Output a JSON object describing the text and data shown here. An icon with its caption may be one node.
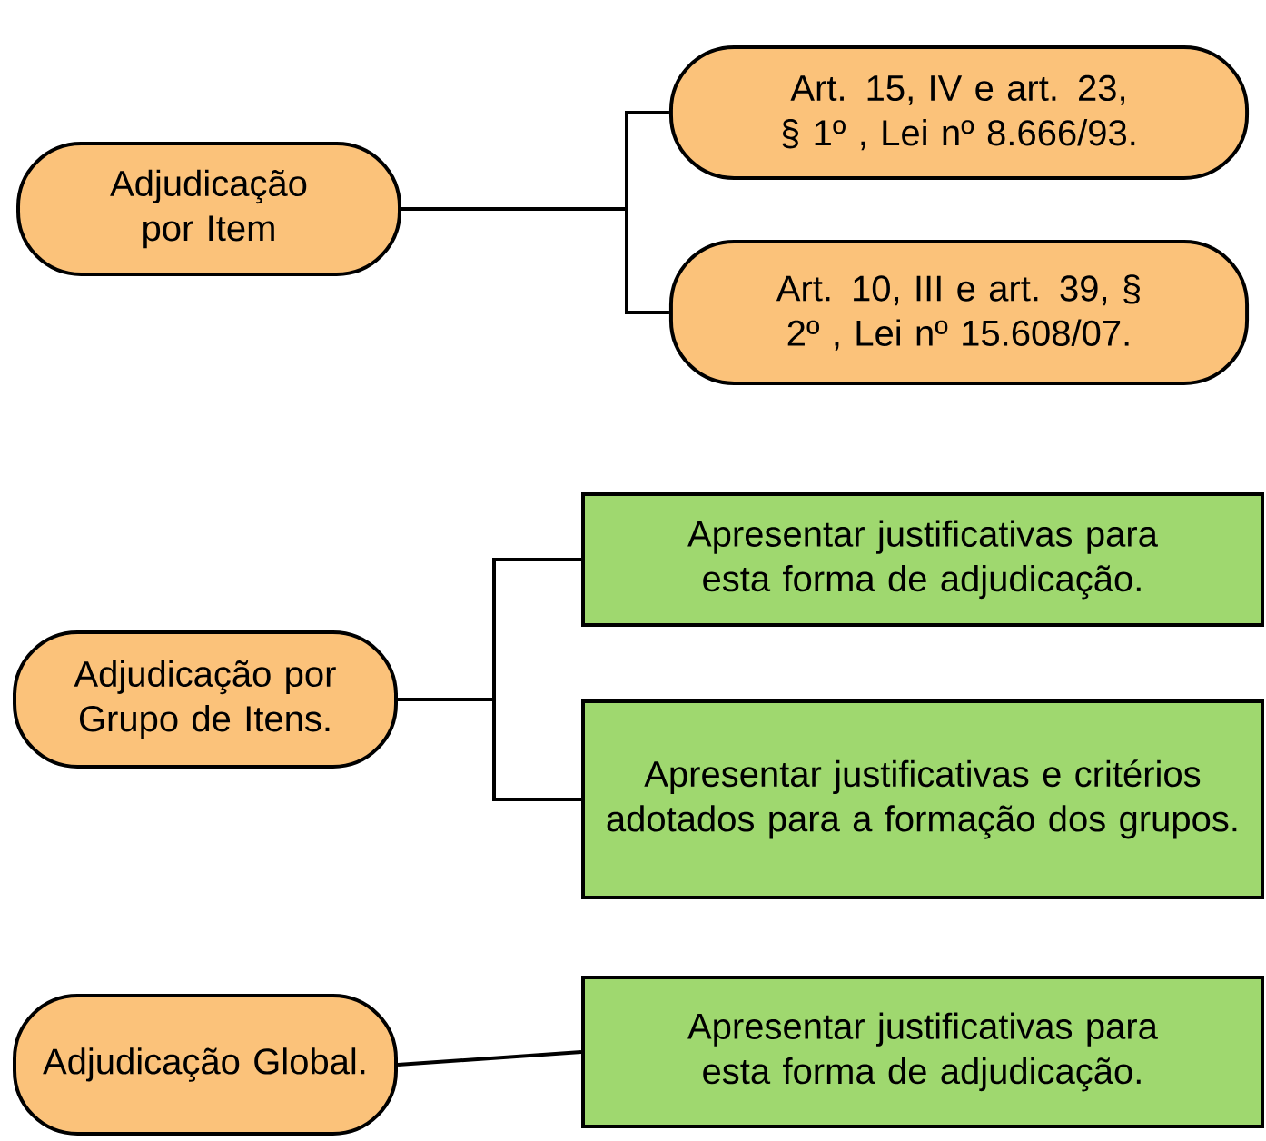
{
  "diagram": {
    "nodes": [
      {
        "text": [
          "Adjudicação por Item"
        ]
      },
      {
        "text": [
          "Art. 15, IV e art. 23, § 1º , Lei nº 8.666/93."
        ]
      },
      {
        "text": [
          "Art. 10, III e art. 39, § 2º , Lei nº 15.608/07."
        ]
      },
      {
        "text": [
          "Adjudicação por Grupo de Itens."
        ]
      },
      {
        "text": [
          "Apresentar justificativas para esta forma de adjudicação."
        ]
      },
      {
        "text": [
          "Apresentar justificativas e critérios adotados para a formação dos grupos."
        ]
      },
      {
        "text": [
          "Adjudicação Global."
        ]
      },
      {
        "text": [
          "Apresentar justificativas para esta forma de adjudicação."
        ]
      }
    ],
    "edges": [
      {
        "from": 0,
        "to": 1,
        "arrow": "none"
      },
      {
        "from": 0,
        "to": 2,
        "arrow": "none"
      },
      {
        "from": 3,
        "to": 4,
        "arrow": "none"
      },
      {
        "from": 3,
        "to": 5,
        "arrow": "none"
      },
      {
        "from": 6,
        "to": 7,
        "arrow": "none"
      }
    ]
  }
}
